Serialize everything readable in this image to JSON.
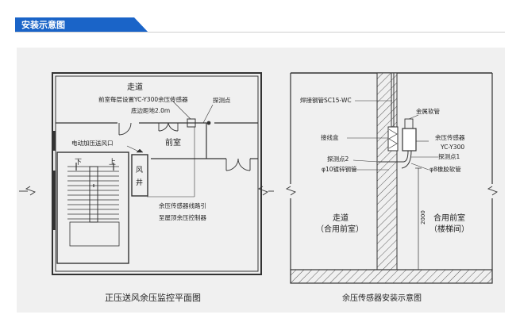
{
  "header": {
    "title": "安装示意图",
    "accent_color": "#1a64c8"
  },
  "left_plan": {
    "caption": "正压送风余压监控平面图",
    "corridor_label": "走道",
    "note_line1": "前室每层设置YC-Y300余压传感器",
    "note_line2": "底边距地2.0m",
    "probe_label": "探测点",
    "fan_label": "电动加压送风口",
    "anteroom_label": "前室",
    "down_label": "下",
    "up_label": "上",
    "shaft_char1": "风",
    "shaft_char2": "井",
    "wiring_line1": "余压传感器线路引",
    "wiring_line2": "至屋顶余压控制器"
  },
  "right_section": {
    "caption": "余压传感器安装示意图",
    "conduit_label": "焊接钢管SC15-WC",
    "junction_label": "接线盒",
    "metal_hose_label": "金属软管",
    "sensor_line1": "余压传感器",
    "sensor_line2": "YC-Y300",
    "probe1_label": "探测点1",
    "probe2_label": "探测点2",
    "pipe_left_label": "φ10镀锌钢管",
    "hose_right_label": "φ8橡胶软管",
    "height_label": "2000",
    "left_room_line1": "走道",
    "left_room_line2": "（合用前室）",
    "right_room_line1": "合用前室",
    "right_room_line2": "（楼梯间）"
  }
}
